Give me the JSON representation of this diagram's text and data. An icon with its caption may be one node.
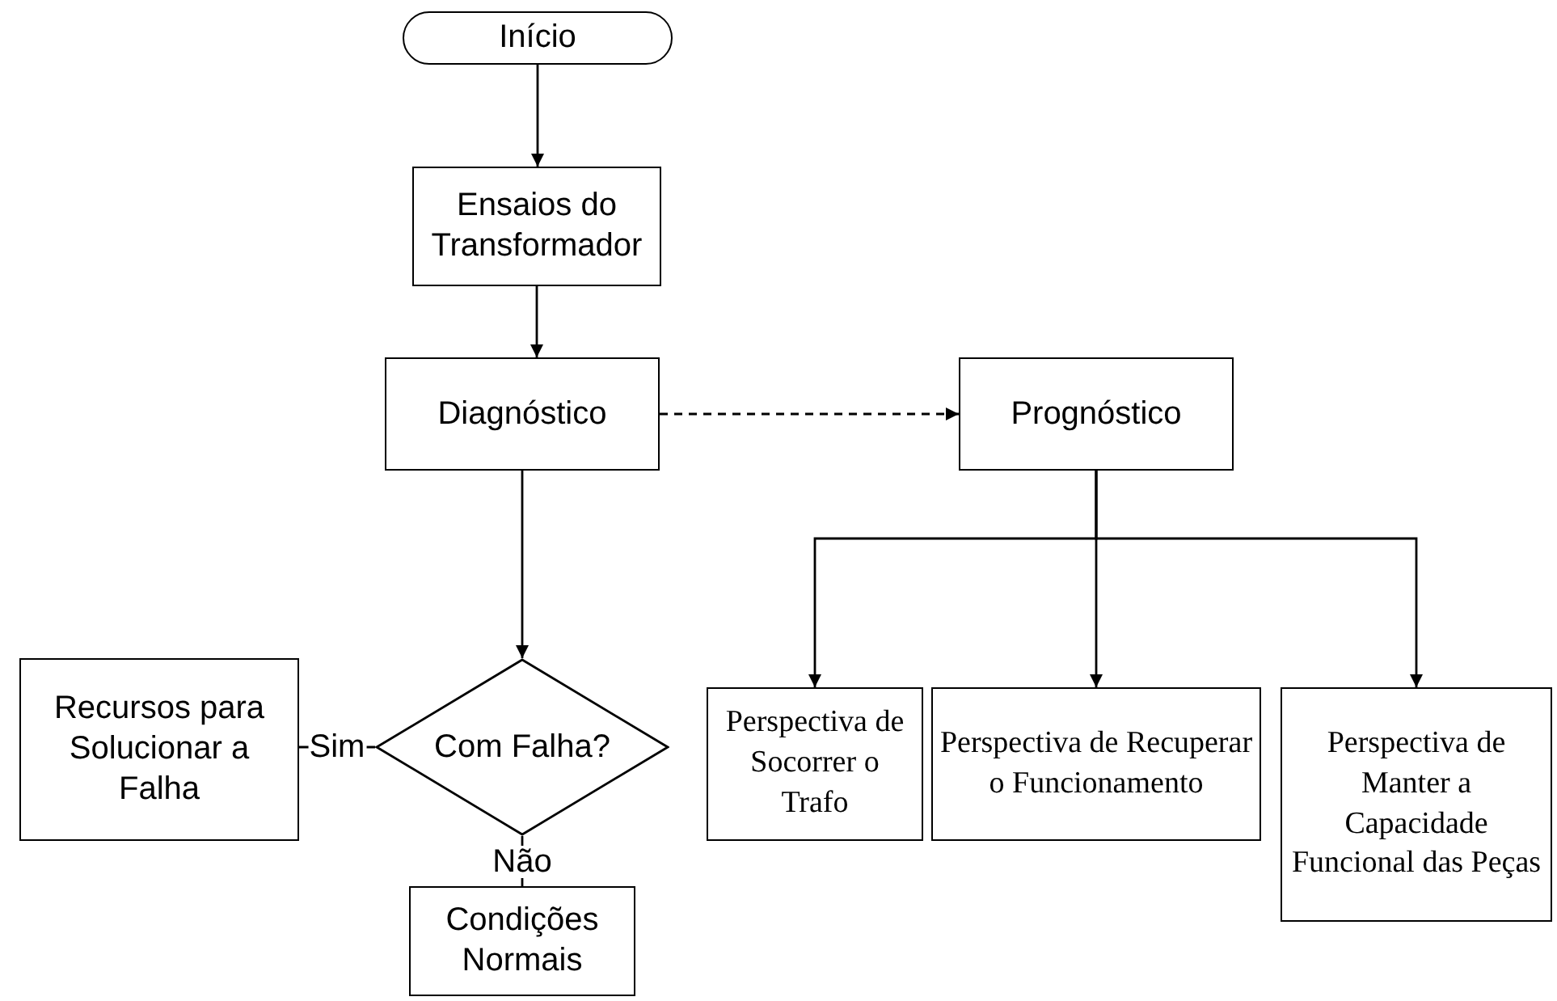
{
  "diagram": {
    "nodes": [
      {
        "text": [
          "Início"
        ]
      },
      {
        "text": [
          "Ensaios do Transformador"
        ]
      },
      {
        "text": [
          "Diagnóstico"
        ]
      },
      {
        "text": [
          "Prognóstico"
        ]
      },
      {
        "text": [
          "Recursos para Solucionar a Falha"
        ]
      },
      {
        "text": [
          "Com Falha?"
        ]
      },
      {
        "text": [
          "Perspectiva de Socorrer o Trafo"
        ]
      },
      {
        "text": [
          "Perspectiva de Recuperar o Funcionamento"
        ]
      },
      {
        "text": [
          "Perspectiva de Manter a Capacidade Funcional das Peças"
        ]
      },
      {
        "text": [
          "Condições Normais"
        ]
      }
    ],
    "edges": [
      {
        "from": 0,
        "to": 1,
        "arrow": "to"
      },
      {
        "from": 1,
        "to": 2,
        "arrow": "to"
      },
      {
        "from": 2,
        "to": 3,
        "arrow": "to",
        "style": "dashed"
      },
      {
        "from": 3,
        "to": 6,
        "arrow": "to"
      },
      {
        "from": 3,
        "to": 7,
        "arrow": "to"
      },
      {
        "from": 3,
        "to": 8,
        "arrow": "to"
      },
      {
        "from": 2,
        "to": 5,
        "arrow": "to"
      },
      {
        "from": 5,
        "to": 4,
        "arrow": "none",
        "label": "Sim"
      },
      {
        "from": 5,
        "to": 9,
        "arrow": "none",
        "label": "Não"
      }
    ]
  }
}
